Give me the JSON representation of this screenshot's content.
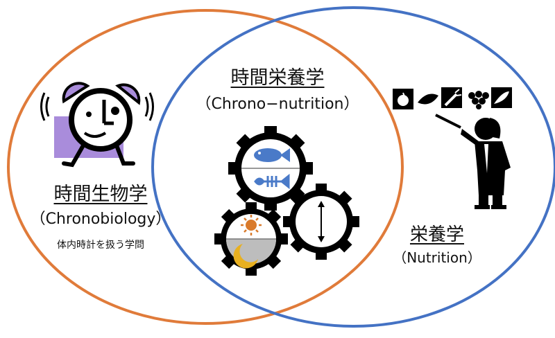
{
  "colors": {
    "left_circle": "#E07B3A",
    "right_circle": "#4472C4",
    "clock_bg": "#A98CDB",
    "gear_fill": "#000000",
    "fish": "#4A7AC8",
    "sun": "#D97A2B",
    "moon": "#E8B020",
    "night_band": "#BDBDBD"
  },
  "labels": {
    "center_title": "時間栄養学",
    "center_subtitle": "（Chrono−nutrition）",
    "left_title": "時間生物学",
    "left_subtitle": "（Chronobiology）",
    "left_note": "体内時計を扱う学問",
    "right_title": "栄養学",
    "right_subtitle": "（Nutrition）"
  },
  "icons": {
    "alarm_clock": "alarm-clock-icon",
    "gear_fish": "gear-fish-icon",
    "gear_day_night": "gear-sun-moon-icon",
    "gear_arrow": "gear-arrow-icon",
    "food_icons": [
      "apple-icon",
      "leaf-icon",
      "carrot-icon",
      "grapes-icon",
      "fish-icon"
    ],
    "lecturer": "lecturer-icon"
  }
}
